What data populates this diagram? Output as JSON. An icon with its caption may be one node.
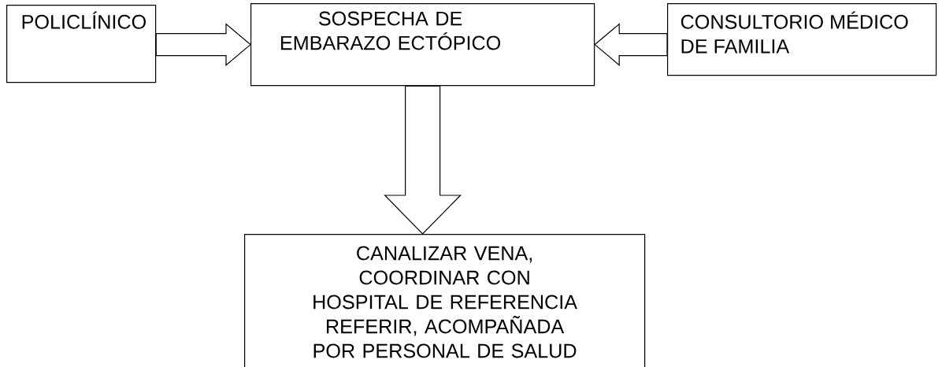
{
  "diagram": {
    "nodes": [
      {
        "text": [
          "POLICLÍNICO"
        ]
      },
      {
        "text": [
          "SOSPECHA DE EMBARAZO ECTÓPICO"
        ]
      },
      {
        "text": [
          "CONSULTORIO MÉDICO DE FAMILIA"
        ]
      },
      {
        "text": [
          "CANALIZAR VENA,",
          "COORDINAR CON HOSPITAL DE REFERENCIA",
          "REFERIR, ACOMPAÑADA POR PERSONAL DE SALUD"
        ]
      }
    ],
    "edges": [
      {
        "from": 0,
        "to": 1,
        "arrow": "to"
      },
      {
        "from": 2,
        "to": 1,
        "arrow": "to"
      },
      {
        "from": 1,
        "to": 3,
        "arrow": "to"
      }
    ]
  }
}
